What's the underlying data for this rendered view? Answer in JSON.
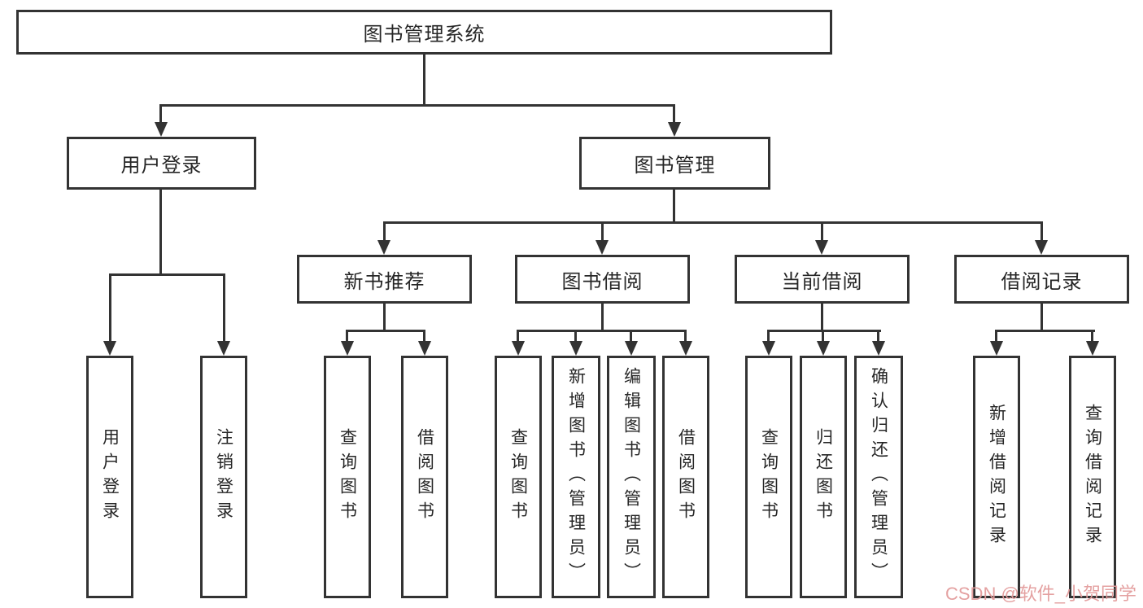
{
  "diagram": {
    "root": {
      "label": "图书管理系统"
    },
    "level2": [
      {
        "id": "user-login",
        "label": "用户登录",
        "parent": "root"
      },
      {
        "id": "book-management",
        "label": "图书管理",
        "parent": "root"
      }
    ],
    "level3": [
      {
        "id": "new-book-recommend",
        "label": "新书推荐",
        "parent": "book-management"
      },
      {
        "id": "book-borrowing",
        "label": "图书借阅",
        "parent": "book-management"
      },
      {
        "id": "current-borrowing",
        "label": "当前借阅",
        "parent": "book-management"
      },
      {
        "id": "borrowing-records",
        "label": "借阅记录",
        "parent": "book-management"
      }
    ],
    "leaves": [
      {
        "label": "用户登录",
        "parent": "user-login"
      },
      {
        "label": "注销登录",
        "parent": "user-login"
      },
      {
        "label": "查询图书",
        "parent": "new-book-recommend"
      },
      {
        "label": "借阅图书",
        "parent": "new-book-recommend"
      },
      {
        "label": "查询图书",
        "parent": "book-borrowing"
      },
      {
        "label": "新增图书（管理员）",
        "parent": "book-borrowing"
      },
      {
        "label": "编辑图书（管理员）",
        "parent": "book-borrowing"
      },
      {
        "label": "借阅图书",
        "parent": "book-borrowing"
      },
      {
        "label": "查询图书",
        "parent": "current-borrowing"
      },
      {
        "label": "归还图书",
        "parent": "current-borrowing"
      },
      {
        "label": "确认归还（管理员）",
        "parent": "current-borrowing"
      },
      {
        "label": "新增借阅记录",
        "parent": "borrowing-records"
      },
      {
        "label": "查询借阅记录",
        "parent": "borrowing-records"
      }
    ]
  },
  "watermark": {
    "text": "CSDN @软件_小贺同学"
  },
  "colors": {
    "line": "#333333",
    "background": "#ffffff",
    "text": "#262626",
    "watermark": "#e39c9c"
  }
}
